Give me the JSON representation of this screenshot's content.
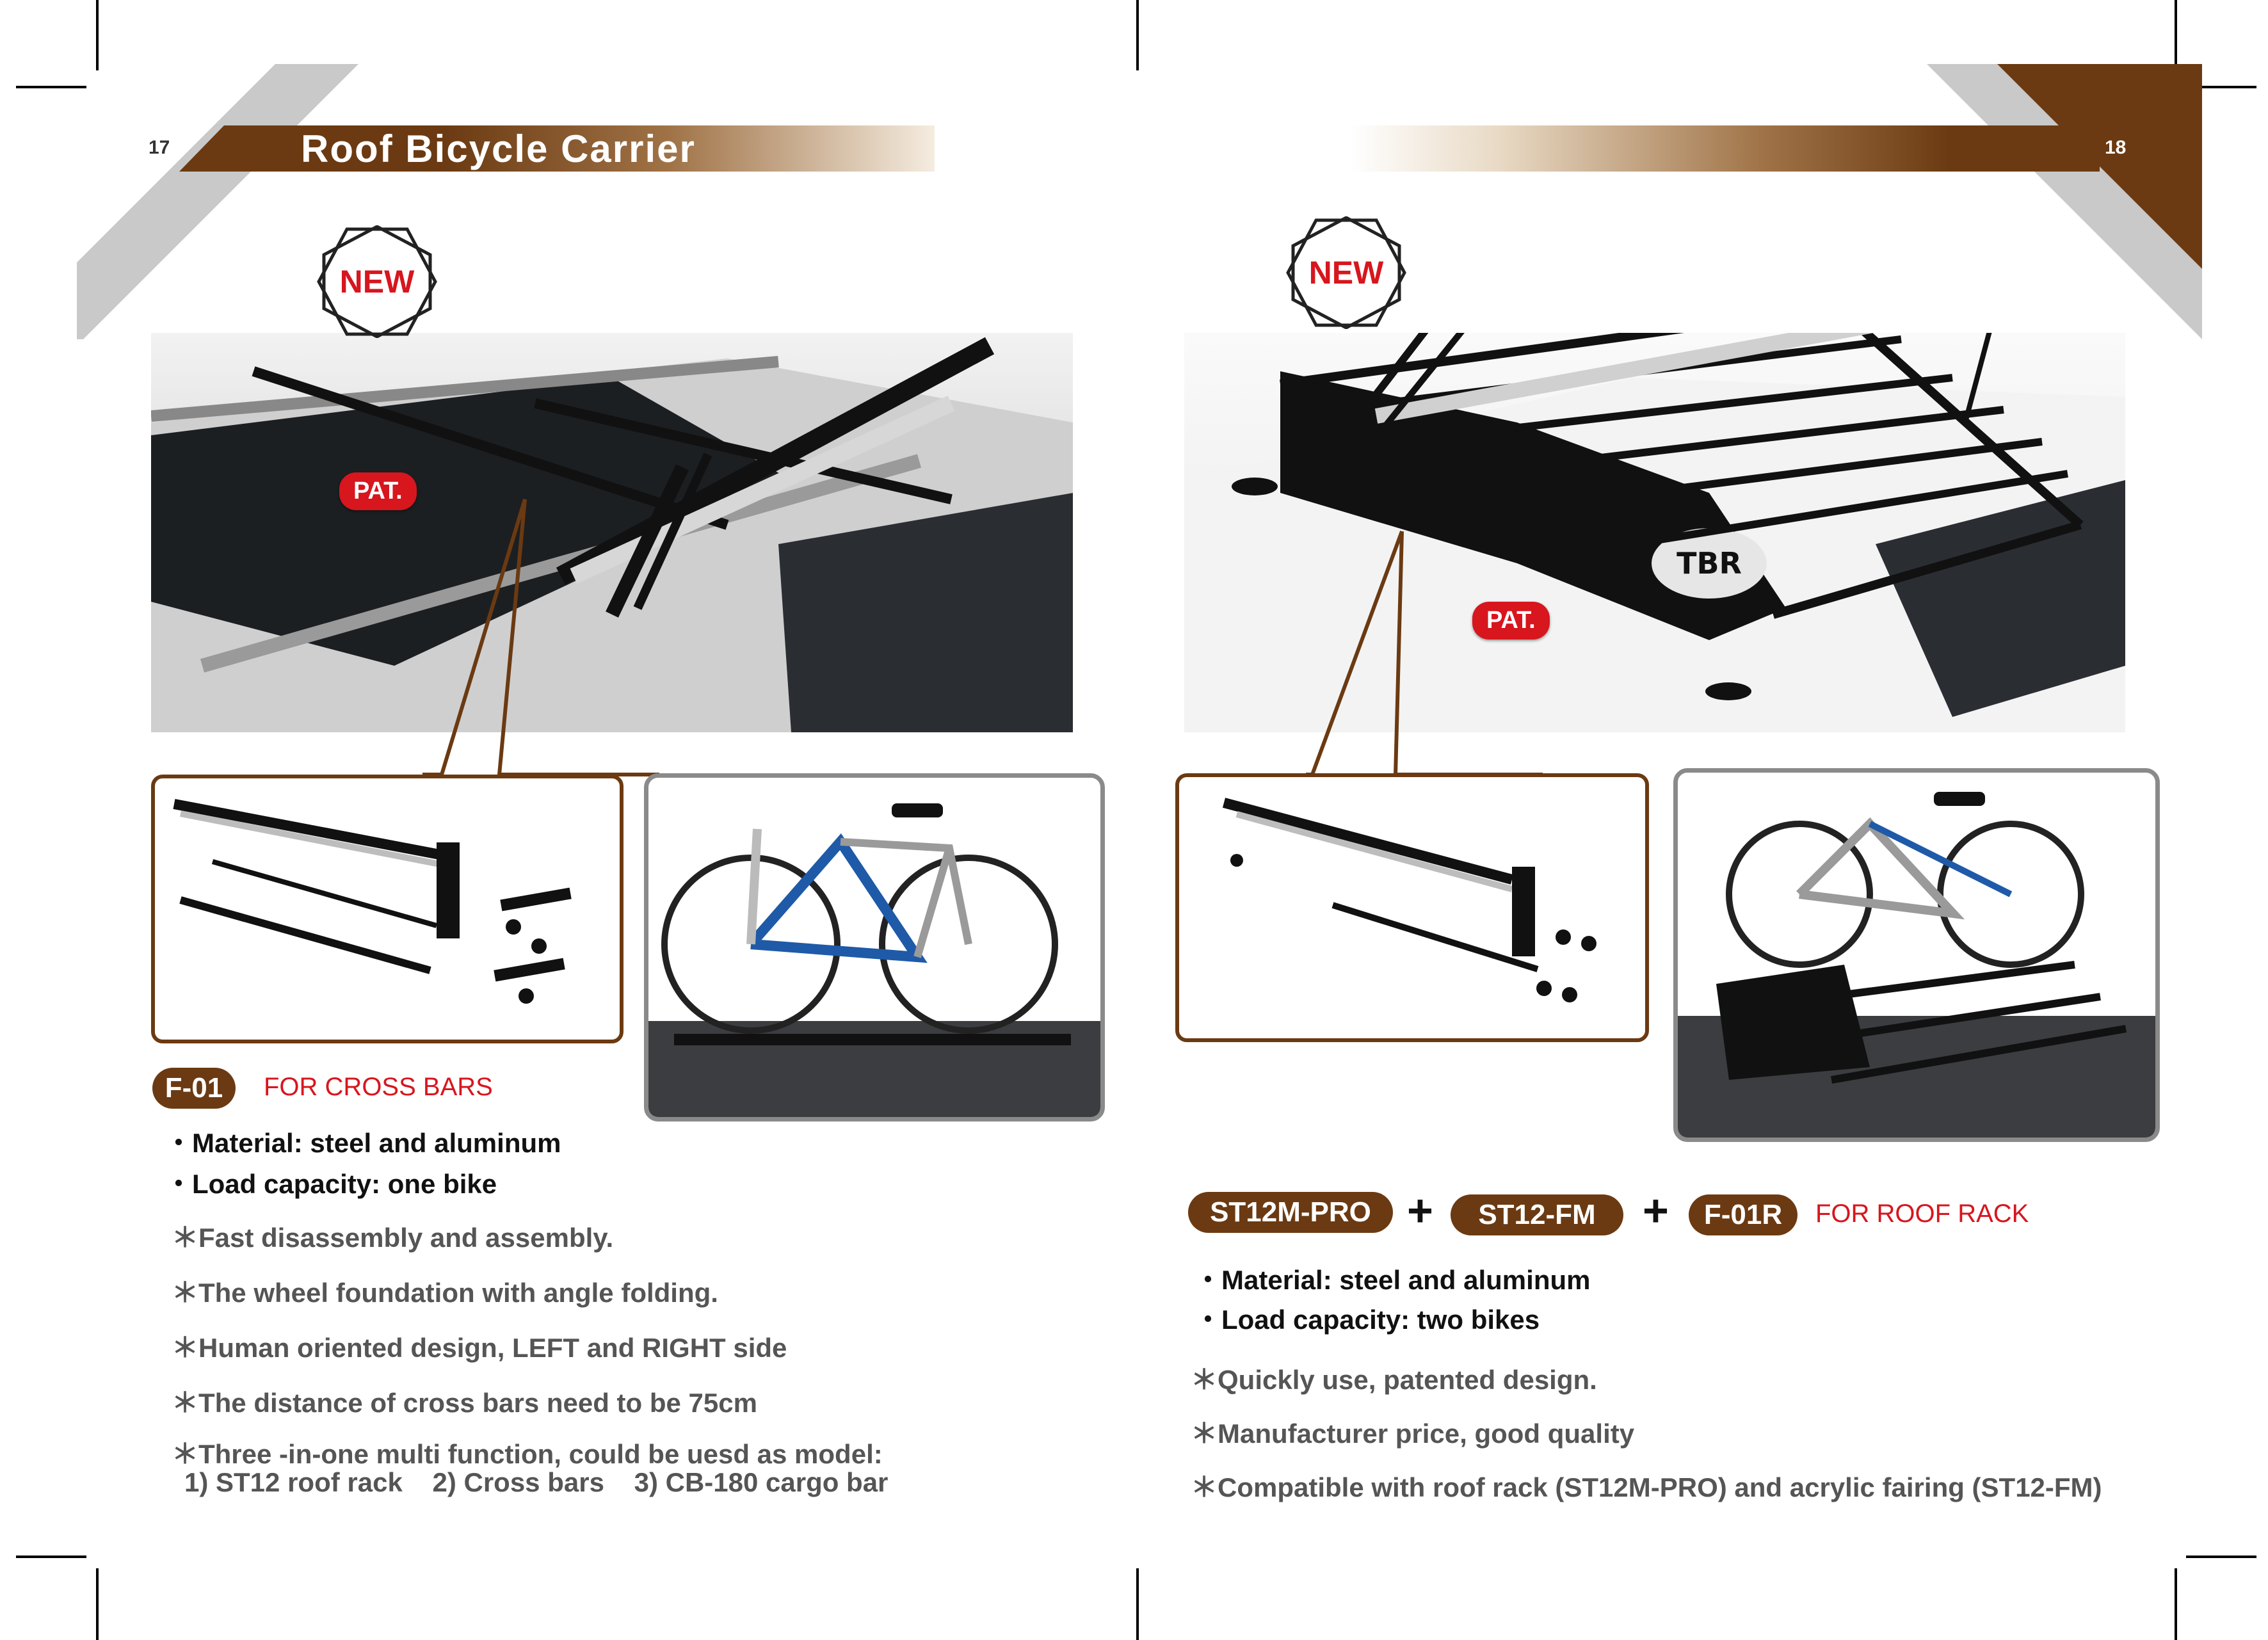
{
  "left_page": {
    "page_number": "17",
    "title": "Roof Bicycle Carrier",
    "new_badge": "NEW",
    "pat_badge": "PAT.",
    "model": "F-01",
    "model_note": "FOR CROSS BARS",
    "specs": [
      "・Material: steel and aluminum",
      "・Load capacity: one bike"
    ],
    "features": [
      "＊Fast disassembly and assembly.",
      "＊The wheel foundation with angle folding.",
      "＊Human oriented design, LEFT and RIGHT side",
      "＊The distance of cross bars need to be 75cm",
      "＊Three -in-one multi function, could be uesd as model:"
    ],
    "feature_sub": "1) ST12 roof rack    2) Cross bars    3) CB-180 cargo bar"
  },
  "right_page": {
    "page_number": "18",
    "new_badge": "NEW",
    "pat_badge": "PAT.",
    "logo_text": "TBR",
    "models": [
      "ST12M-PRO",
      "ST12-FM",
      "F-01R"
    ],
    "plus": "+",
    "model_note": "FOR ROOF RACK",
    "specs": [
      "・Material: steel and aluminum",
      "・Load capacity: two bikes"
    ],
    "features": [
      "＊Quickly use, patented design.",
      "＊Manufacturer price, good quality",
      "＊Compatible with roof rack (ST12M-PRO) and acrylic fairing (ST12-FM)"
    ]
  },
  "colors": {
    "brand_brown": "#6b3a12",
    "accent_red": "#d7161e",
    "band_grey": "#c9c9c9"
  }
}
